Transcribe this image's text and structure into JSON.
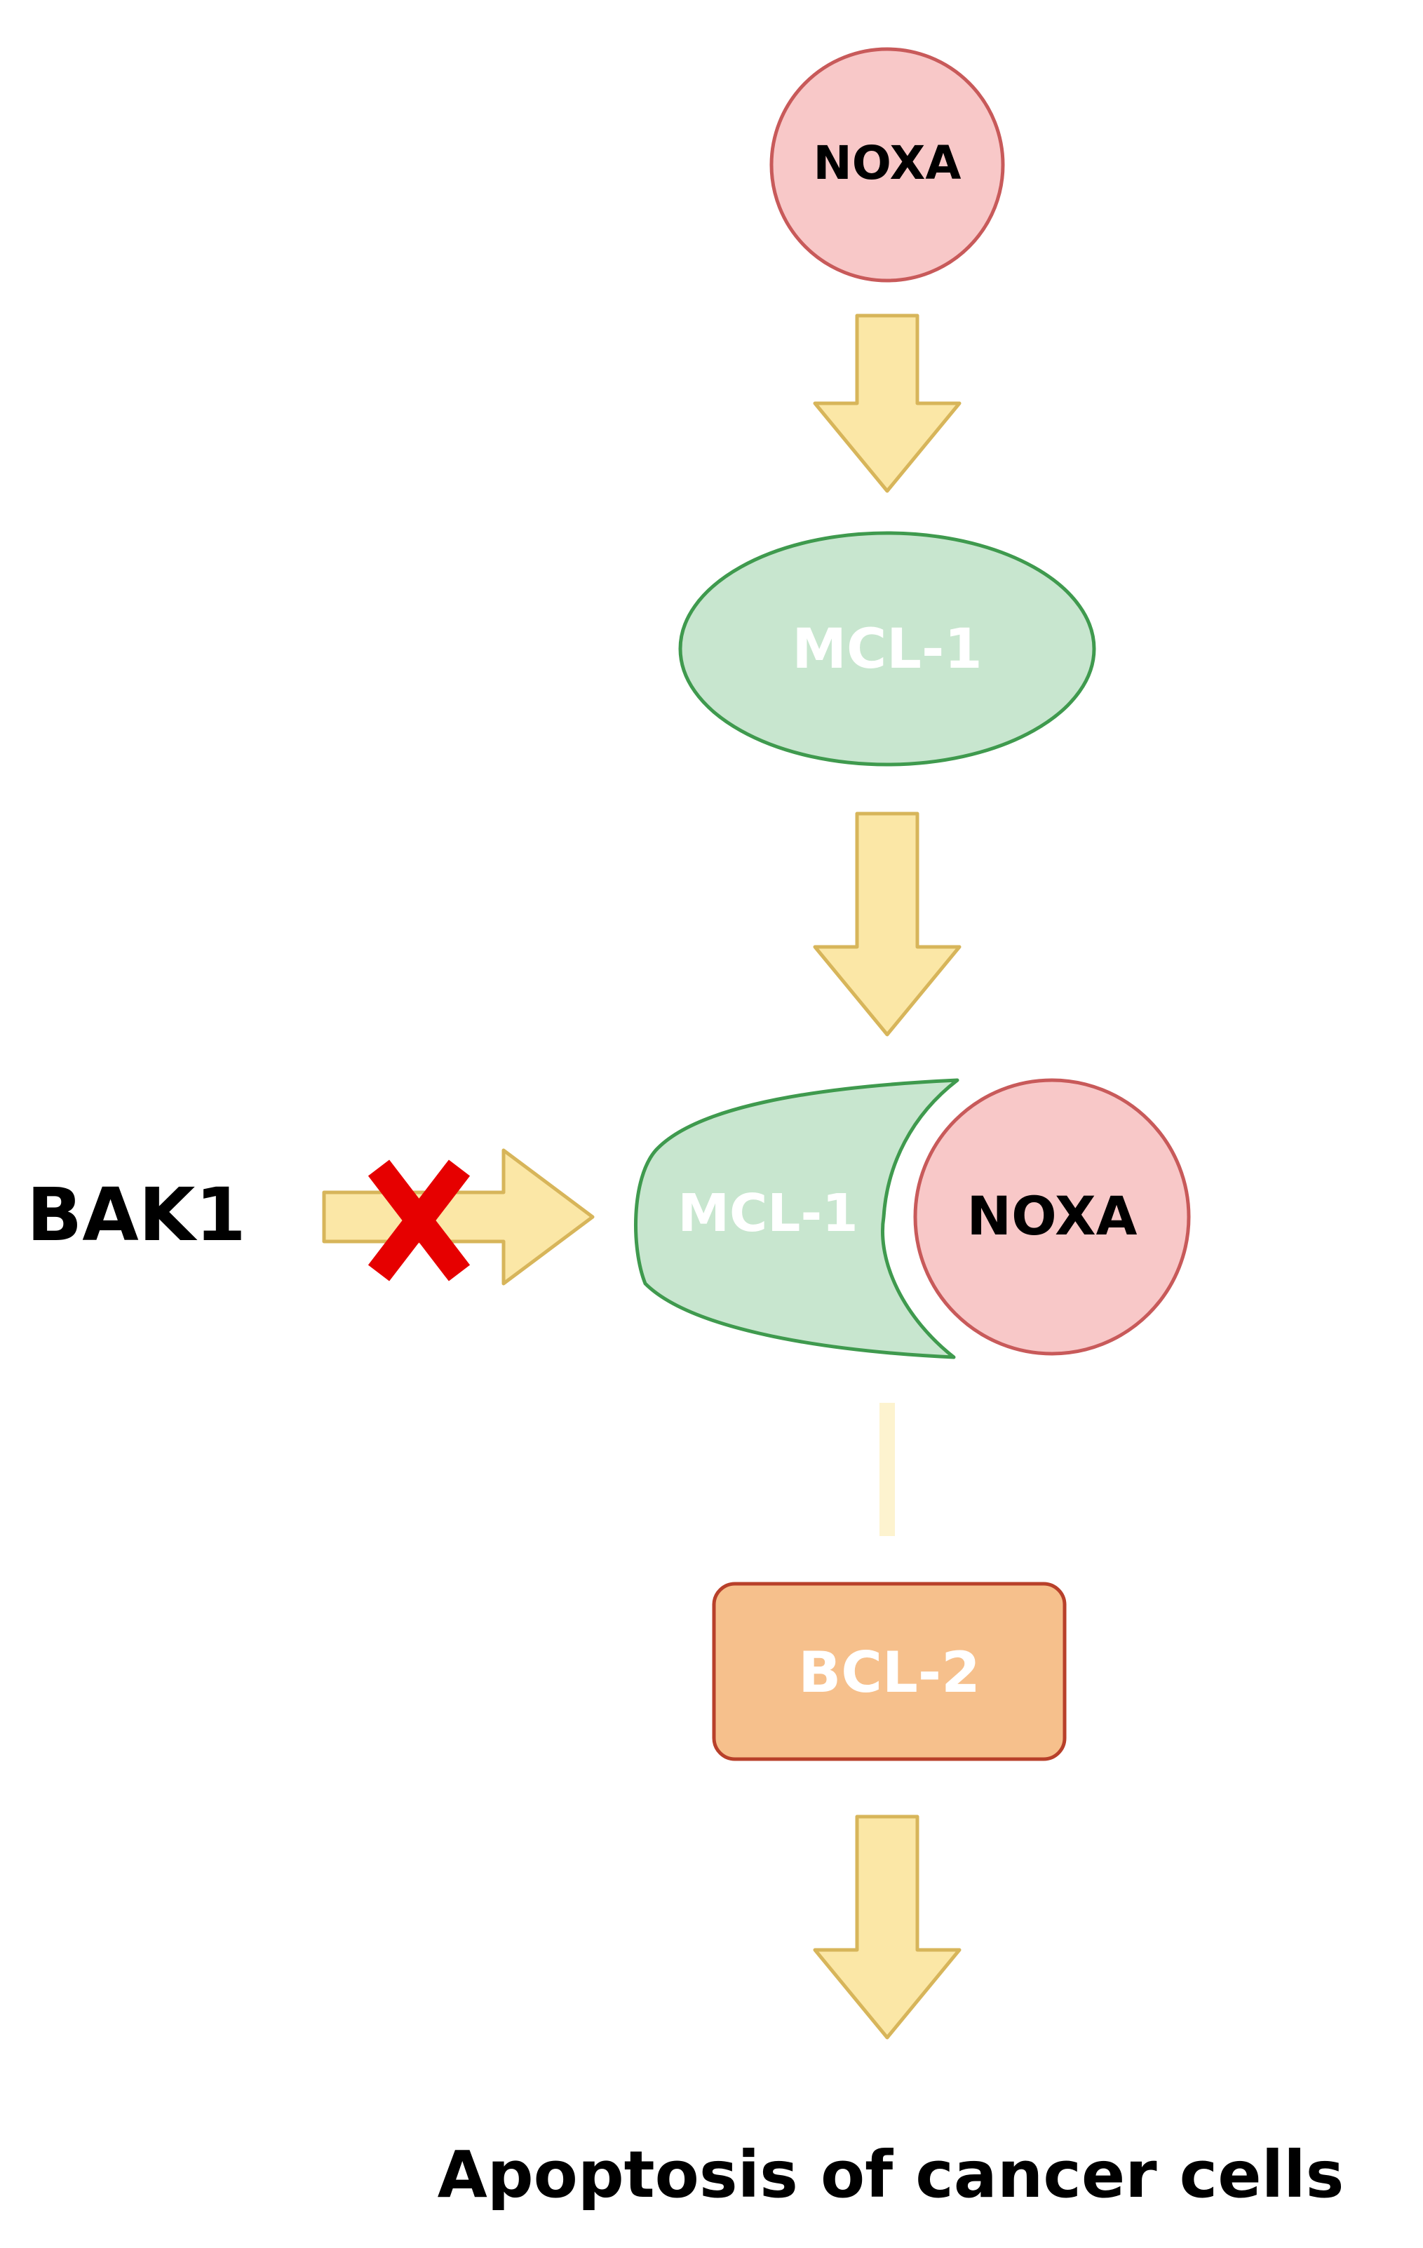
{
  "nodes": {
    "noxa_top": "NOXA",
    "mcl1_middle": "MCL-1",
    "mcl1_complex": "MCL-1",
    "noxa_complex": "NOXA",
    "bak1": "BAK1",
    "bcl2": "BCL-2",
    "outcome": "Apoptosis of cancer cells"
  },
  "colors": {
    "noxa_fill": "#f8c8c8",
    "noxa_stroke": "#c85a5a",
    "mcl1_fill": "#c8e6cf",
    "mcl1_stroke": "#3f9a4e",
    "bcl2_fill": "#f6c08c",
    "bcl2_stroke": "#b8402a",
    "arrow_fill": "#fbe7a6",
    "arrow_stroke": "#d7b55a",
    "blocked_mark": "#e60000",
    "inhibition_line": "#fdf3cf"
  },
  "edges": [
    {
      "from": "NOXA",
      "to": "MCL-1",
      "type": "arrow"
    },
    {
      "from": "MCL-1",
      "to": "MCL-1/NOXA complex",
      "type": "arrow"
    },
    {
      "from": "BAK1",
      "to": "MCL-1/NOXA complex",
      "type": "arrow",
      "blocked": true
    },
    {
      "from": "MCL-1/NOXA complex",
      "to": "BCL-2",
      "type": "line"
    },
    {
      "from": "BCL-2",
      "to": "Apoptosis of cancer cells",
      "type": "arrow"
    }
  ]
}
